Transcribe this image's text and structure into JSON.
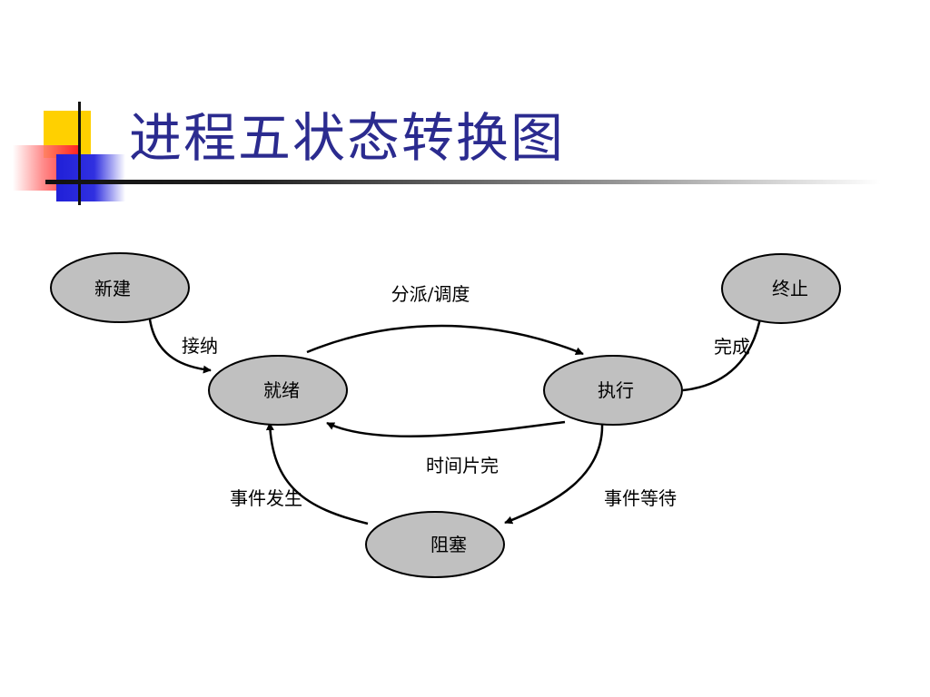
{
  "slide": {
    "title": "进程五状态转换图"
  },
  "diagram": {
    "states": {
      "new": "新建",
      "ready": "就绪",
      "running": "执行",
      "blocked": "阻塞",
      "terminated": "终止"
    },
    "transitions": {
      "admit": "接纳",
      "dispatch": "分派/调度",
      "exit": "完成",
      "timeout": "时间片完",
      "event_wait": "事件等待",
      "event_occurs": "事件发生"
    }
  },
  "colors": {
    "node_fill": "#c0c0c0",
    "title": "#2b2b8f"
  }
}
